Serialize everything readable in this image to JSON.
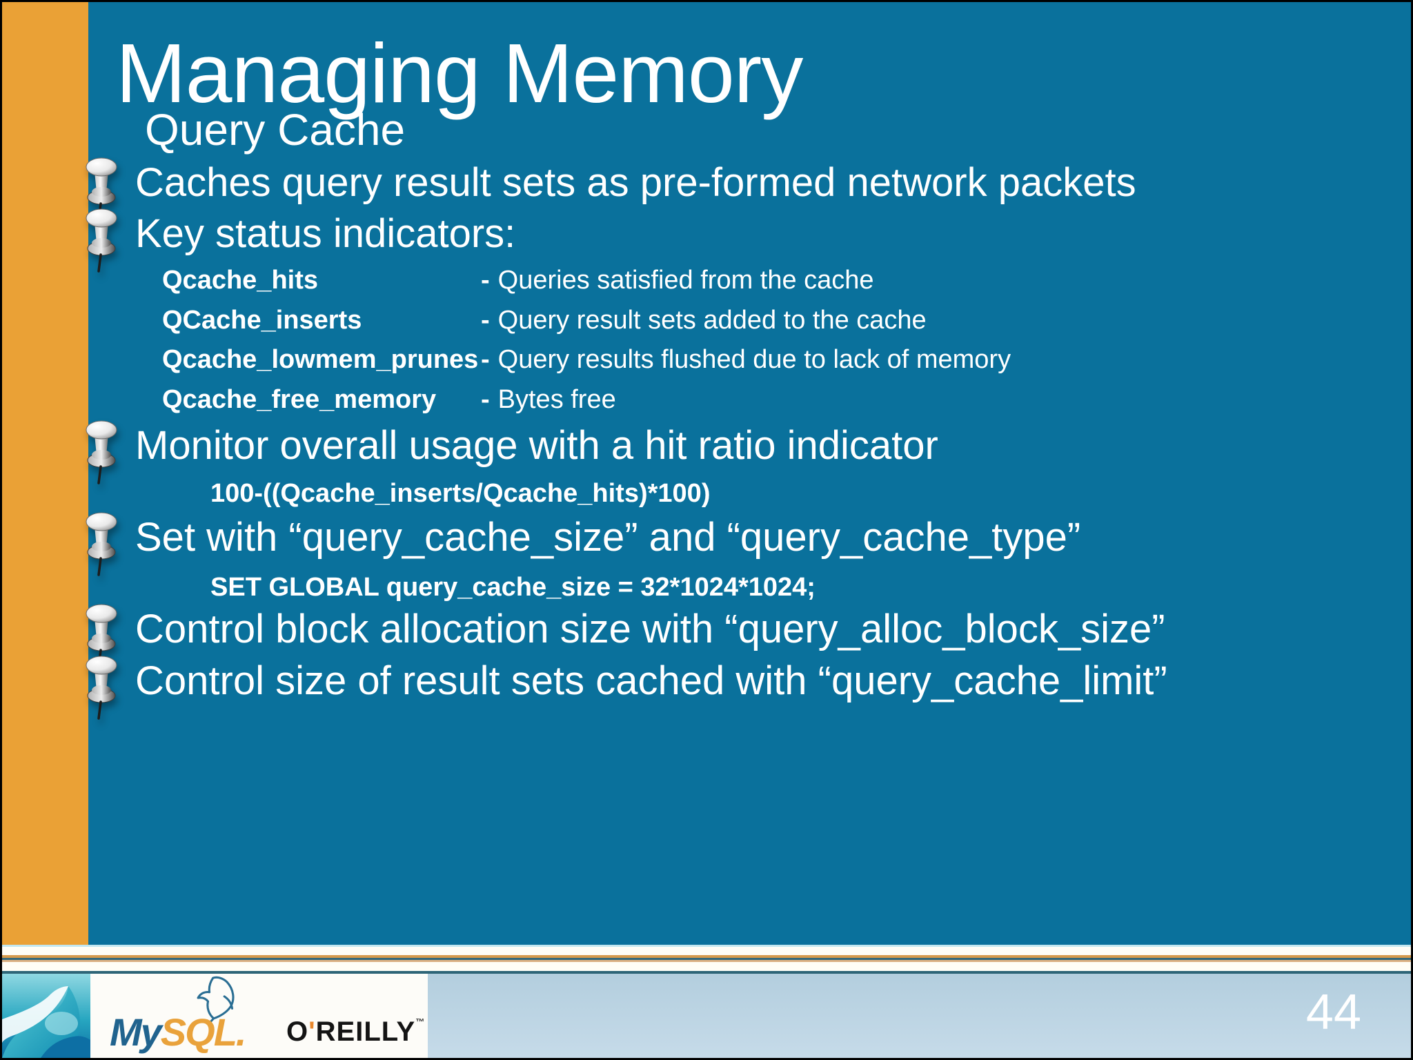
{
  "slide": {
    "title": "Managing Memory",
    "subtitle": "Query Cache",
    "bullets": [
      "Caches query result sets as pre-formed network packets",
      "Key status indicators:",
      "Monitor overall usage with a hit ratio indicator",
      "Set with “query_cache_size” and “query_cache_type”",
      "Control block allocation size with “query_alloc_block_size”",
      "Control size of result sets cached with “query_cache_limit”"
    ],
    "indicators": [
      {
        "name": "Qcache_hits",
        "dash": "-",
        "desc": "Queries satisfied from the cache"
      },
      {
        "name": "QCache_inserts",
        "dash": "-",
        "desc": "Query result sets added to the cache"
      },
      {
        "name": "Qcache_lowmem_prunes",
        "dash": "-",
        "desc": "Query results flushed due to lack of memory"
      },
      {
        "name": "Qcache_free_memory",
        "dash": "-",
        "desc": "Bytes free"
      }
    ],
    "code_lines": [
      "100-((Qcache_inserts/Qcache_hits)*100)",
      "SET GLOBAL query_cache_size = 32*1024*1024;"
    ],
    "page_number": "44",
    "footer": {
      "mysql_logo": {
        "my": "My",
        "sql": "SQL."
      },
      "oreilly_logo": {
        "o": "O",
        "apostrophe": "'",
        "rest": "REILLY",
        "tm": "™"
      }
    },
    "colors": {
      "background_teal": "#0A719C",
      "stripe_orange": "#EAA136",
      "footer_blue": "#BCD4E4",
      "divider_orange": "#D69B4C",
      "divider_teal": "#2E6577",
      "text": "#FFFFFF",
      "mysql_blue": "#20638E",
      "mysql_orange": "#E9A23B"
    }
  }
}
